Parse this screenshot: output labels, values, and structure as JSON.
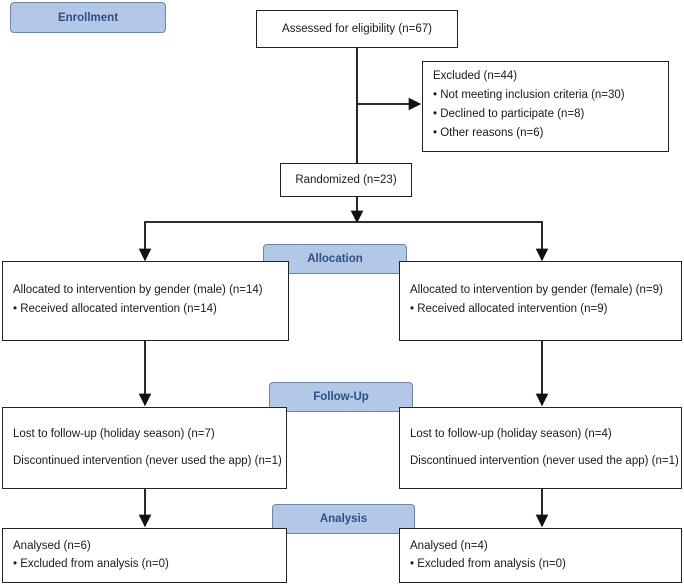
{
  "stages": {
    "enrollment": "Enrollment",
    "allocation": "Allocation",
    "follow_up": "Follow-Up",
    "analysis": "Analysis"
  },
  "assessed": "Assessed for eligibility (n=67)",
  "excluded": {
    "title": "Excluded (n=44)",
    "items": [
      "Not meeting inclusion criteria (n=30)",
      "Declined to participate (n=8)",
      "Other reasons (n=6)"
    ]
  },
  "randomized": "Randomized (n=23)",
  "allocation": {
    "male": {
      "title": "Allocated to intervention by gender (male) (n=14)",
      "item": "Received allocated intervention (n=14)"
    },
    "female": {
      "title": "Allocated to intervention by gender (female) (n=9)",
      "item": "Received allocated intervention (n=9)"
    }
  },
  "follow_up": {
    "male": {
      "lost": "Lost to follow-up (holiday season) (n=7)",
      "discontinued": "Discontinued intervention (never used the app) (n=1)"
    },
    "female": {
      "lost": "Lost to follow-up (holiday season) (n=4)",
      "discontinued": "Discontinued intervention (never used the app) (n=1)"
    }
  },
  "analysis": {
    "male": {
      "title": "Analysed (n=6)",
      "item": "Excluded from analysis (n=0)"
    },
    "female": {
      "title": "Analysed (n=4)",
      "item": "Excluded from analysis (n=0)"
    }
  },
  "colors": {
    "stage_fill": "#b3c7e6",
    "stage_text": "#2d4f86",
    "line": "#111111"
  }
}
